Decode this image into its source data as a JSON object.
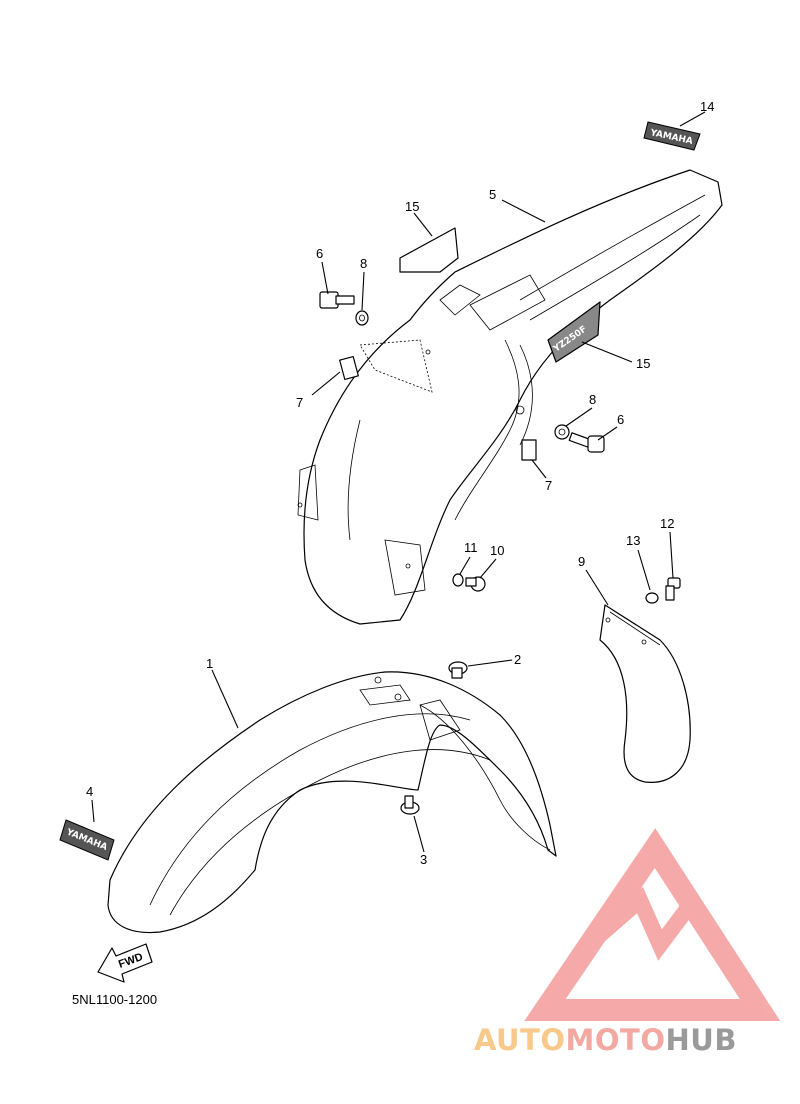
{
  "diagram": {
    "part_number_code": "5NL1100-1200",
    "callouts": [
      {
        "id": "c14",
        "label": "14"
      },
      {
        "id": "c5",
        "label": "5"
      },
      {
        "id": "c15a",
        "label": "15"
      },
      {
        "id": "c6a",
        "label": "6"
      },
      {
        "id": "c8a",
        "label": "8"
      },
      {
        "id": "c7a",
        "label": "7"
      },
      {
        "id": "c15b",
        "label": "15"
      },
      {
        "id": "c8b",
        "label": "8"
      },
      {
        "id": "c6b",
        "label": "6"
      },
      {
        "id": "c7b",
        "label": "7"
      },
      {
        "id": "c12",
        "label": "12"
      },
      {
        "id": "c13",
        "label": "13"
      },
      {
        "id": "c9",
        "label": "9"
      },
      {
        "id": "c11",
        "label": "11"
      },
      {
        "id": "c10",
        "label": "10"
      },
      {
        "id": "c1",
        "label": "1"
      },
      {
        "id": "c2",
        "label": "2"
      },
      {
        "id": "c4",
        "label": "4"
      },
      {
        "id": "c3",
        "label": "3"
      }
    ],
    "decals": {
      "rear_fender_decal": "YAMAHA",
      "side_decal": "YZ250F",
      "front_fender_decal": "YAMAHA",
      "fwd_arrow": "FWD"
    }
  },
  "watermark": {
    "part1": "AUTO",
    "part2": "MOTO",
    "part3": "HUB",
    "colors": {
      "auto": "#f8c98a",
      "moto": "#f4a8a2",
      "hub": "#9a9a9a",
      "logo": "#f5a5a5"
    }
  }
}
